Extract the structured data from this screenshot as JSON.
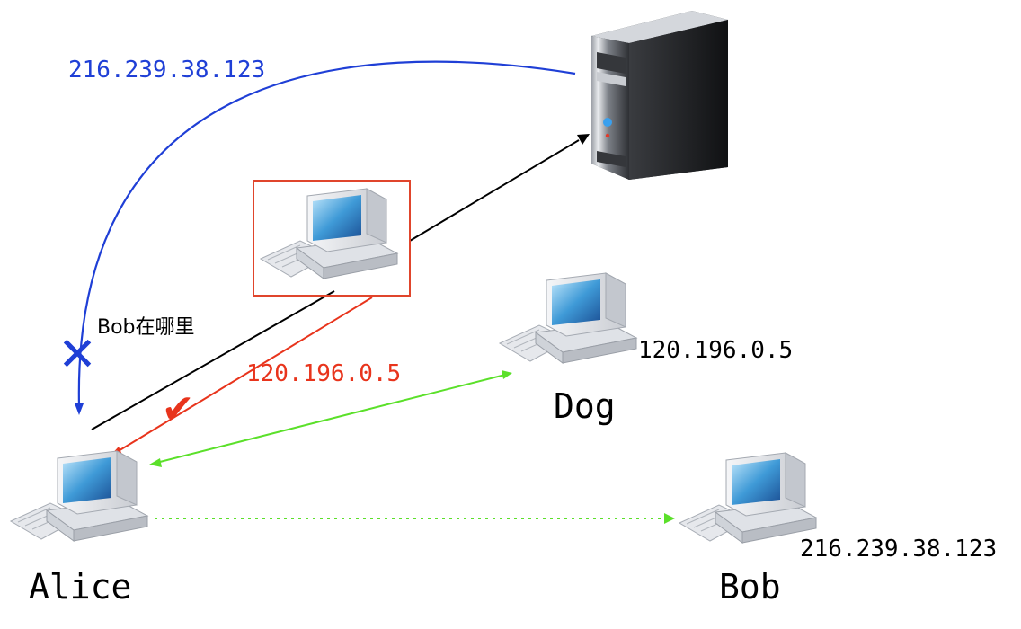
{
  "nodes": {
    "alice": {
      "name": "Alice"
    },
    "dog": {
      "name": "Dog",
      "ip": "120.196.0.5"
    },
    "bob": {
      "name": "Bob",
      "ip": "216.239.38.123"
    }
  },
  "edges": {
    "query": {
      "label": "Bob在哪里"
    },
    "server_reply": {
      "label": "216.239.38.123",
      "color": "#1f3fd6"
    },
    "attacker_reply": {
      "label": "120.196.0.5",
      "color": "#e8341c"
    },
    "request_color": "#000000",
    "dog_link_color": "#5be02a",
    "bob_link_color": "#5be02a"
  },
  "marks": {
    "reply_blocked": "✕",
    "reply_accepted": "✔"
  },
  "colors": {
    "attacker_box": "#e0452c",
    "cross": "#1f3fd6",
    "check": "#e8341c"
  }
}
